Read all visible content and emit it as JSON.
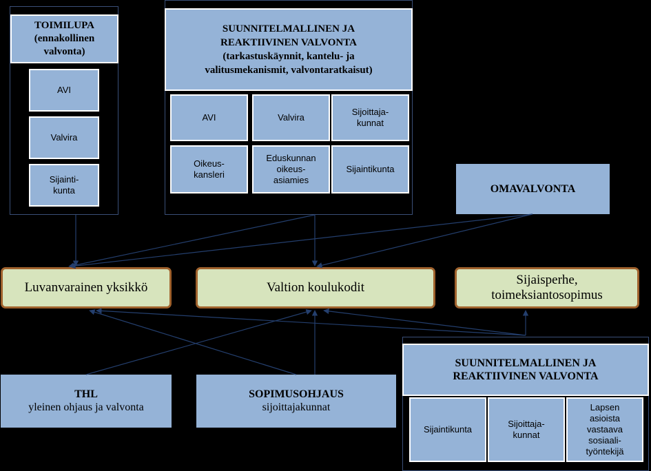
{
  "left_group": {
    "header": "TOIMILUPA\n(ennakollinen\nvalvonta)",
    "items": [
      "AVI",
      "Valvira",
      "Sijainti-\nkunta"
    ]
  },
  "top_group": {
    "header": "SUUNNITELMALLINEN JA\nREAKTIIVINEN VALVONTA\n(tarkastuskäynnit, kantelu- ja\nvalitusmekanismit, valvontaratkaisut)",
    "items": [
      "AVI",
      "Valvira",
      "Sijoittaja-\nkunnat",
      "Oikeus-\nkansleri",
      "Eduskunnan\noikeus-\nasiamies",
      "Sijaintikunta"
    ]
  },
  "omavalvonta": "OMAVALVONTA",
  "targets": [
    "Luvanvarainen yksikkö",
    "Valtion koulukodit",
    "Sijaisperhe,\ntoimeksiantosopimus"
  ],
  "thl": {
    "title": "THL",
    "subtitle": "yleinen ohjaus ja valvonta"
  },
  "sopimus": {
    "title": "SOPIMUSOHJAUS",
    "subtitle": "sijoittajakunnat"
  },
  "bottom_group": {
    "header": "SUUNNITELMALLINEN JA\nREAKTIIVINEN VALVONTA",
    "items": [
      "Sijaintikunta",
      "Sijoittaja-\nkunnat",
      "Lapsen\nasioista\nvastaava\nsosiaali-\ntyöntekijä"
    ]
  },
  "colors": {
    "box_fill": "#95b3d7",
    "target_fill": "#d7e4bd",
    "target_border": "#a0622d",
    "background": "#000000"
  }
}
